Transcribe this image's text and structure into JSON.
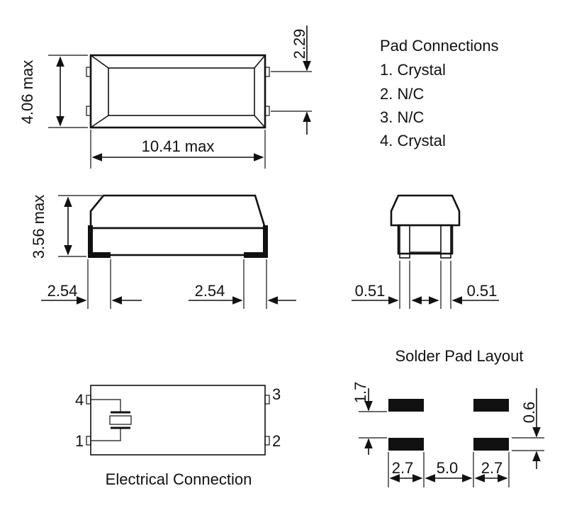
{
  "pad_connections": {
    "title": "Pad Connections",
    "items": [
      "1. Crystal",
      "2. N/C",
      "3. N/C",
      "4. Crystal"
    ]
  },
  "top_view": {
    "height_label": "4.06 max",
    "length_label": "10.41 max",
    "pad_offset_label": "2.29"
  },
  "side_view": {
    "height_label": "3.56 max",
    "left_dim_label": "2.54",
    "mid_dim_label": "2.54"
  },
  "end_view": {
    "left_dim_label": "0.51",
    "right_dim_label": "0.51"
  },
  "electrical": {
    "caption": "Electrical Connection",
    "pins": {
      "p1": "1",
      "p2": "2",
      "p3": "3",
      "p4": "4"
    }
  },
  "solder_pads": {
    "title": "Solder Pad Layout",
    "pad_height_label": "1.7",
    "pad_gap_label": "0.6",
    "pad_width_left_label": "2.7",
    "spacing_label": "5.0",
    "pad_width_right_label": "2.7"
  }
}
